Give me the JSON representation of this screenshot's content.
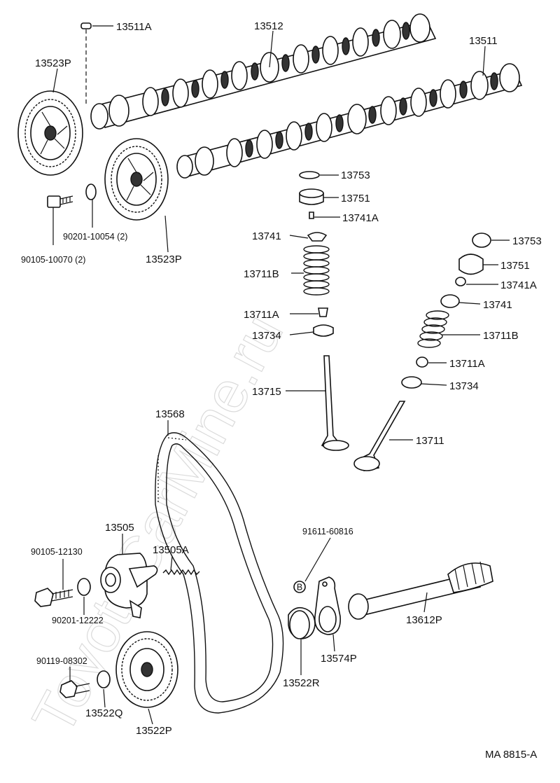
{
  "watermark": "ToyotaCarMine.ru",
  "drawing_code": "MA 8815-A",
  "parts": {
    "p13511A_top": "13511A",
    "p13512": "13512",
    "p13511": "13511",
    "p13523P_top": "13523P",
    "p13523P_bottom": "13523P",
    "p90201_10054": "90201-10054 (2)",
    "p90105_10070": "90105-10070 (2)",
    "p13753_a": "13753",
    "p13751_a": "13751",
    "p13741A_a": "13741A",
    "p13741_a": "13741",
    "p13711B_a": "13711B",
    "p13711A_a": "13711A",
    "p13734_a": "13734",
    "p13715": "13715",
    "p13753_b": "13753",
    "p13751_b": "13751",
    "p13741A_b": "13741A",
    "p13741_b": "13741",
    "p13711B_b": "13711B",
    "p13711A_b": "13711A",
    "p13734_b": "13734",
    "p13711": "13711",
    "p13568": "13568",
    "p13505": "13505",
    "p13505A": "13505A",
    "p90105_12130": "90105-12130",
    "p90201_12222": "90201-12222",
    "p90119_08302": "90119-08302",
    "p13522Q": "13522Q",
    "p13522P": "13522P",
    "p91611_60816": "91611-60816",
    "p13522R": "13522R",
    "p13574P": "13574P",
    "p13612P": "13612P",
    "callout_b": "B"
  }
}
